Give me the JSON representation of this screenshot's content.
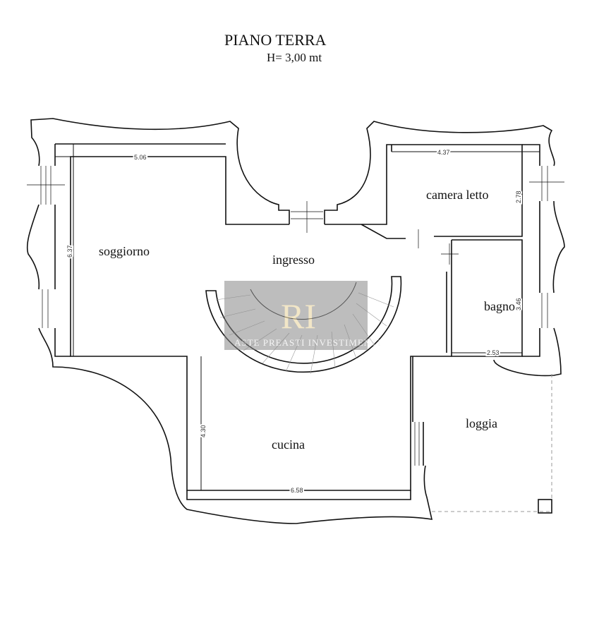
{
  "header": {
    "title": "PIANO TERRA",
    "height": "H= 3,00 mt"
  },
  "rooms": {
    "soggiorno": "soggiorno",
    "ingresso": "ingresso",
    "camera_letto": "camera letto",
    "bagno": "bagno",
    "cucina": "cucina",
    "loggia": "loggia"
  },
  "dimensions": {
    "soggiorno_width": "5.06",
    "soggiorno_depth": "6.37",
    "camera_width": "4.37",
    "camera_depth": "2.78",
    "bagno_depth": "3.46",
    "bagno_width": "2.53",
    "cucina_depth": "4.30",
    "cucina_width": "6.58"
  },
  "watermark": {
    "text": "ASTE PREASTI INVESTIMENTI",
    "logo": "RI"
  }
}
